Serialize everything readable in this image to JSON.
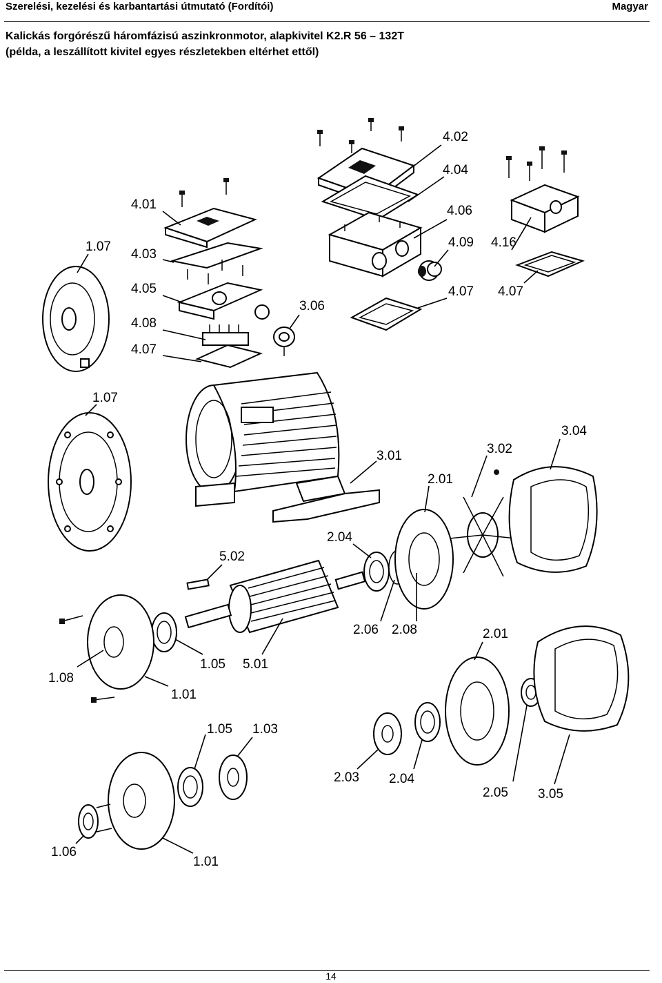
{
  "header": {
    "doc_title": "Szerelési, kezelési és karbantartási útmutató (Fordítói)",
    "language": "Magyar"
  },
  "title": {
    "line1": "Kalickás forgórészű háromfázisú aszinkronmotor, alapkivitel K2.R 56 – 132T",
    "line2": "(példa, a leszállított kivitel egyes részletekben eltérhet ettől)"
  },
  "labels": {
    "l_402": "4.02",
    "l_404": "4.04",
    "l_401": "4.01",
    "l_406": "4.06",
    "l_107a": "1.07",
    "l_403": "4.03",
    "l_409": "4.09",
    "l_416": "4.16",
    "l_405": "4.05",
    "l_306": "3.06",
    "l_407a": "4.07",
    "l_407b": "4.07",
    "l_408": "4.08",
    "l_407c": "4.07",
    "l_107b": "1.07",
    "l_304": "3.04",
    "l_301": "3.01",
    "l_302": "3.02",
    "l_201a": "2.01",
    "l_204a": "2.04",
    "l_502": "5.02",
    "l_206": "2.06",
    "l_208": "2.08",
    "l_201b": "2.01",
    "l_108": "1.08",
    "l_105a": "1.05",
    "l_501": "5.01",
    "l_101a": "1.01",
    "l_105b": "1.05",
    "l_103": "1.03",
    "l_203": "2.03",
    "l_204b": "2.04",
    "l_205": "2.05",
    "l_305": "3.05",
    "l_106": "1.06",
    "l_101b": "1.01"
  },
  "footer": {
    "page": "14"
  }
}
